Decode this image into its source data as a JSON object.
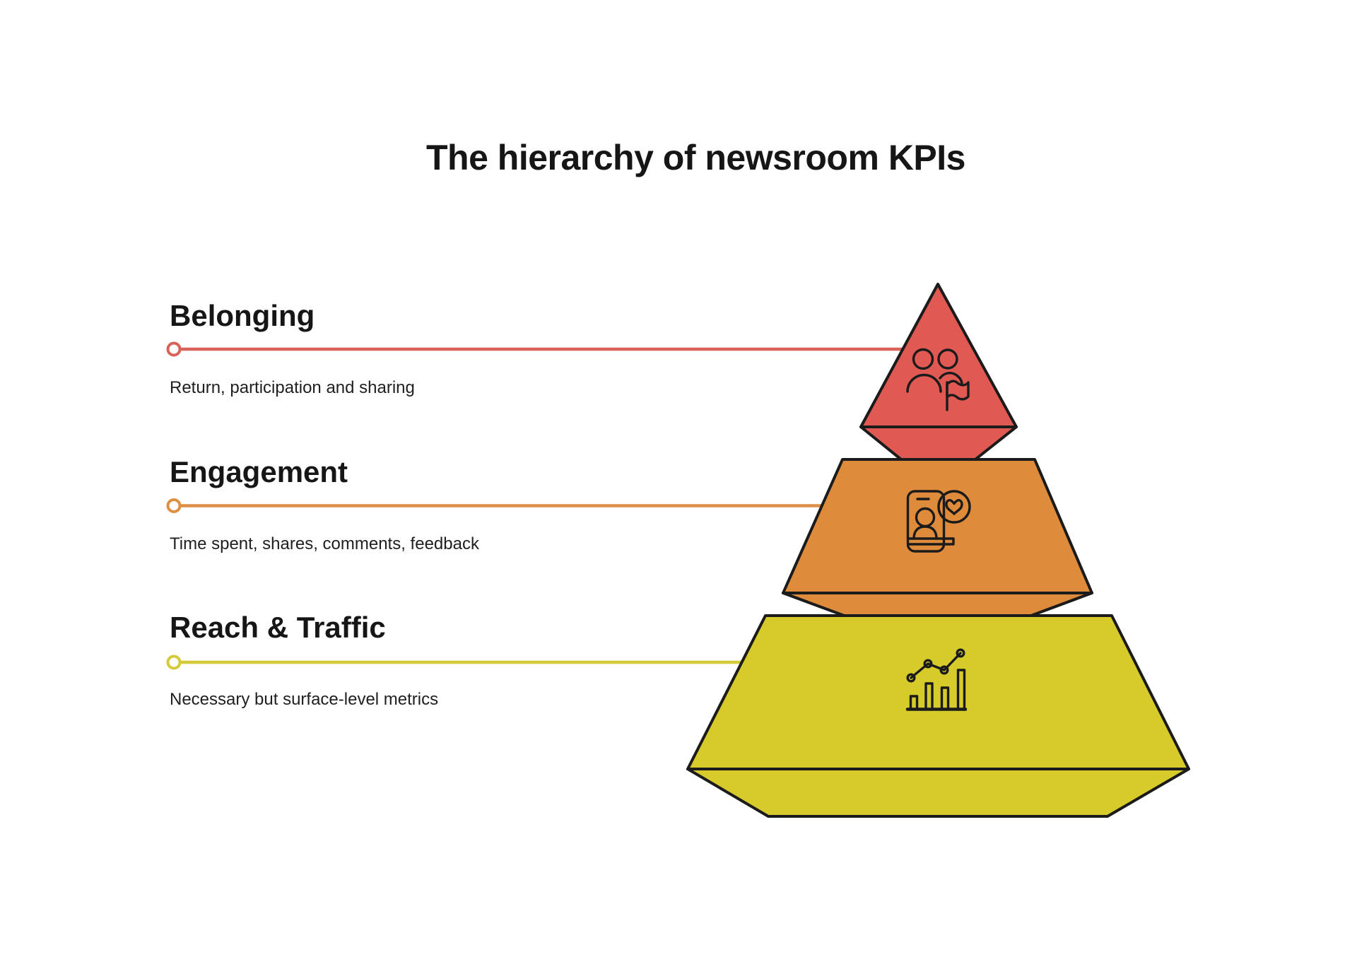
{
  "title": "The hierarchy of newsroom KPIs",
  "colors": {
    "outline": "#1b1b1b",
    "background": "#ffffff"
  },
  "levels": [
    {
      "name": "Belonging",
      "description": "Return, participation and sharing",
      "fill": "#e05a53",
      "line_color": "#d9625b",
      "icon": "users-flag-icon"
    },
    {
      "name": "Engagement",
      "description": "Time spent, shares, comments, feedback",
      "fill": "#de8b3c",
      "line_color": "#dd8f44",
      "icon": "phone-heart-icon"
    },
    {
      "name": "Reach & Traffic",
      "description": "Necessary but surface-level metrics",
      "fill": "#d7ca2b",
      "line_color": "#d5cb3a",
      "icon": "chart-trend-icon"
    }
  ]
}
